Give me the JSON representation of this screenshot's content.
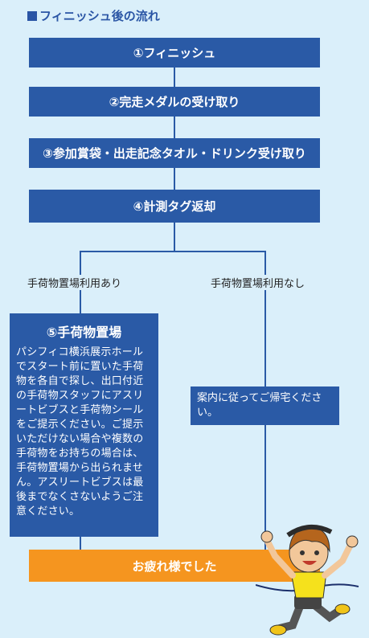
{
  "title": "フィニッシュ後の流れ",
  "steps": [
    "①フィニッシュ",
    "②完走メダルの受け取り",
    "③参加賞袋・出走記念タオル・ドリンク受け取り",
    "④計測タグ返却"
  ],
  "branches": {
    "left_label": "手荷物置場利用あり",
    "right_label": "手荷物置場利用なし"
  },
  "locker": {
    "heading": "⑤手荷物置場",
    "body": "パシフィコ横浜展示ホールでスタート前に置いた手荷物を各自で探し、出口付近の手荷物スタッフにアスリートビブスと手荷物シールをご提示ください。ご提示いただけない場合や複数の手荷物をお持ちの場合は、手荷物置場から出られません。アスリートビブスは最後までなくさないようご注意ください。"
  },
  "home": {
    "body": "案内に従ってご帰宅ください。"
  },
  "final": "お疲れ様でした",
  "colors": {
    "background": "#daeffa",
    "step_blue": "#2a5aa6",
    "final_orange": "#f5951f"
  },
  "icons": {
    "title_marker": "square-bullet-icon",
    "mascot": "runner-mascot-illustration"
  }
}
